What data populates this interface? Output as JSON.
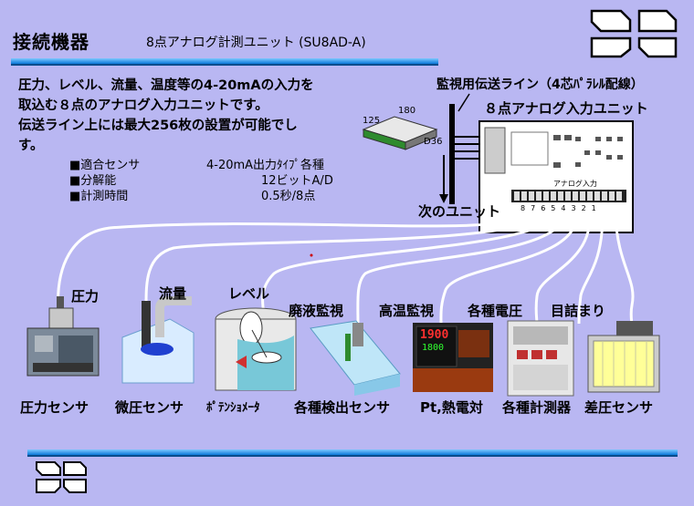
{
  "header": {
    "title": "接続機器",
    "subtitle": "8点アナログ計測ユニット (SU8AD-A)"
  },
  "description": {
    "lines": [
      "圧力、レベル、流量、温度等の4-20mAの入力を",
      "取込む８点のアナログ入力ユニットです。",
      "伝送ライン上には最大256枚の設置が可能でし",
      "す。"
    ]
  },
  "specs": [
    {
      "key": "■適合センサ",
      "value": "4-20mA出力ﾀｲﾌﾟ各種"
    },
    {
      "key": "■分解能",
      "value": "12ビットA/D"
    },
    {
      "key": "■計測時間",
      "value": "0.5秒/8点"
    }
  ],
  "unit": {
    "dims": {
      "w": "180",
      "d": "125",
      "h": "D36"
    },
    "transmission_label": "監視用伝送ライン（4芯ﾊﾟﾗﾚﾙ配線）",
    "unit_label": "８点アナログ入力ユニット",
    "next_unit_label": "次のユニット",
    "terminal_caption": "アナログ入力",
    "terminal_numbers": [
      "8",
      "7",
      "6",
      "5",
      "4",
      "3",
      "2",
      "1"
    ]
  },
  "measurements": [
    "圧力",
    "流量",
    "レベル",
    "廃液監視",
    "高温監視",
    "各種電圧",
    "目詰まり"
  ],
  "sensors": [
    "圧力センサ",
    "微圧センサ",
    "ﾎﾟﾃﾝｼｮﾒｰﾀ",
    "各種検出センサ",
    "Pt,熱電対",
    "各種計測器",
    "差圧センサ"
  ],
  "display": {
    "reading": "1900",
    "sub": "1800"
  },
  "colors": {
    "background": "#b9b7f2",
    "accent": "#0a78d8",
    "line": "#ffffff"
  }
}
